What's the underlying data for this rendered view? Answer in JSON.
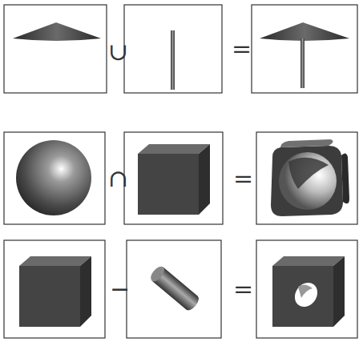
{
  "diagram": {
    "labels": [
      "∪",
      "=",
      "∩",
      "=",
      "−",
      "="
    ]
  }
}
